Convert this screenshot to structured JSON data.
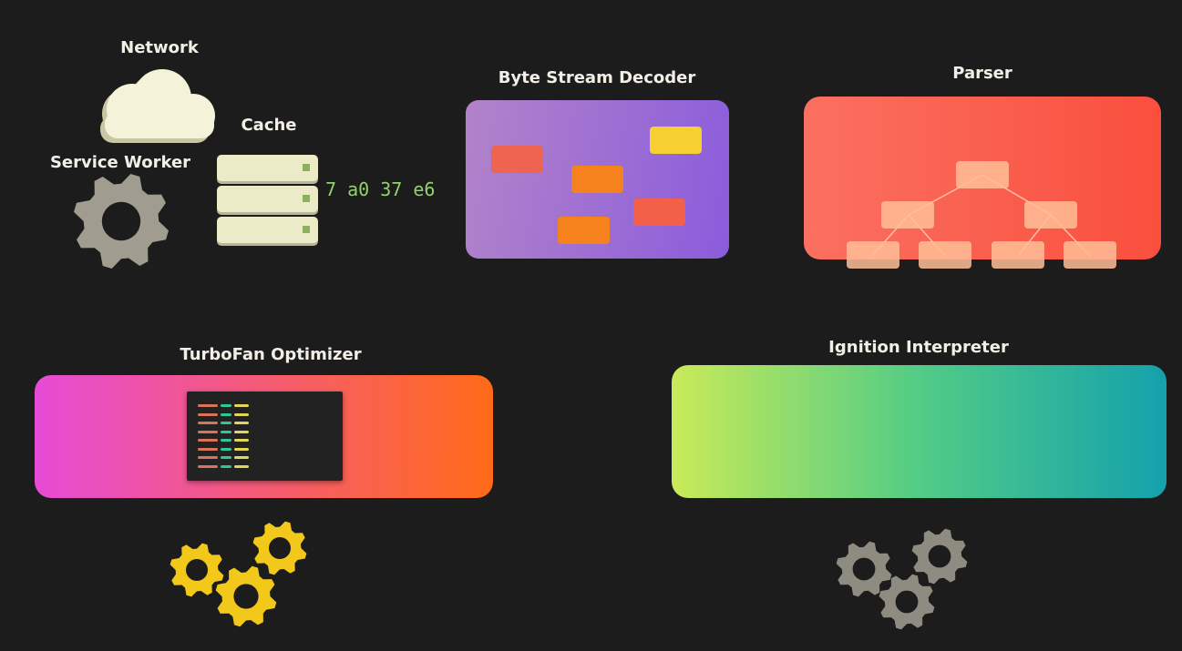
{
  "labels": {
    "network": "Network",
    "cache": "Cache",
    "service_worker": "Service Worker",
    "decoder": "Byte Stream Decoder",
    "parser": "Parser",
    "turbofan": "TurboFan Optimizer",
    "ignition": "Ignition Interpreter"
  },
  "hex_bytes": "7 a0 37 e6",
  "colors": {
    "background": "#1c1c1c",
    "gear_gray": "#a09d90",
    "gear_yellow": "#f2c81a",
    "hex_green": "#8fd46a"
  }
}
